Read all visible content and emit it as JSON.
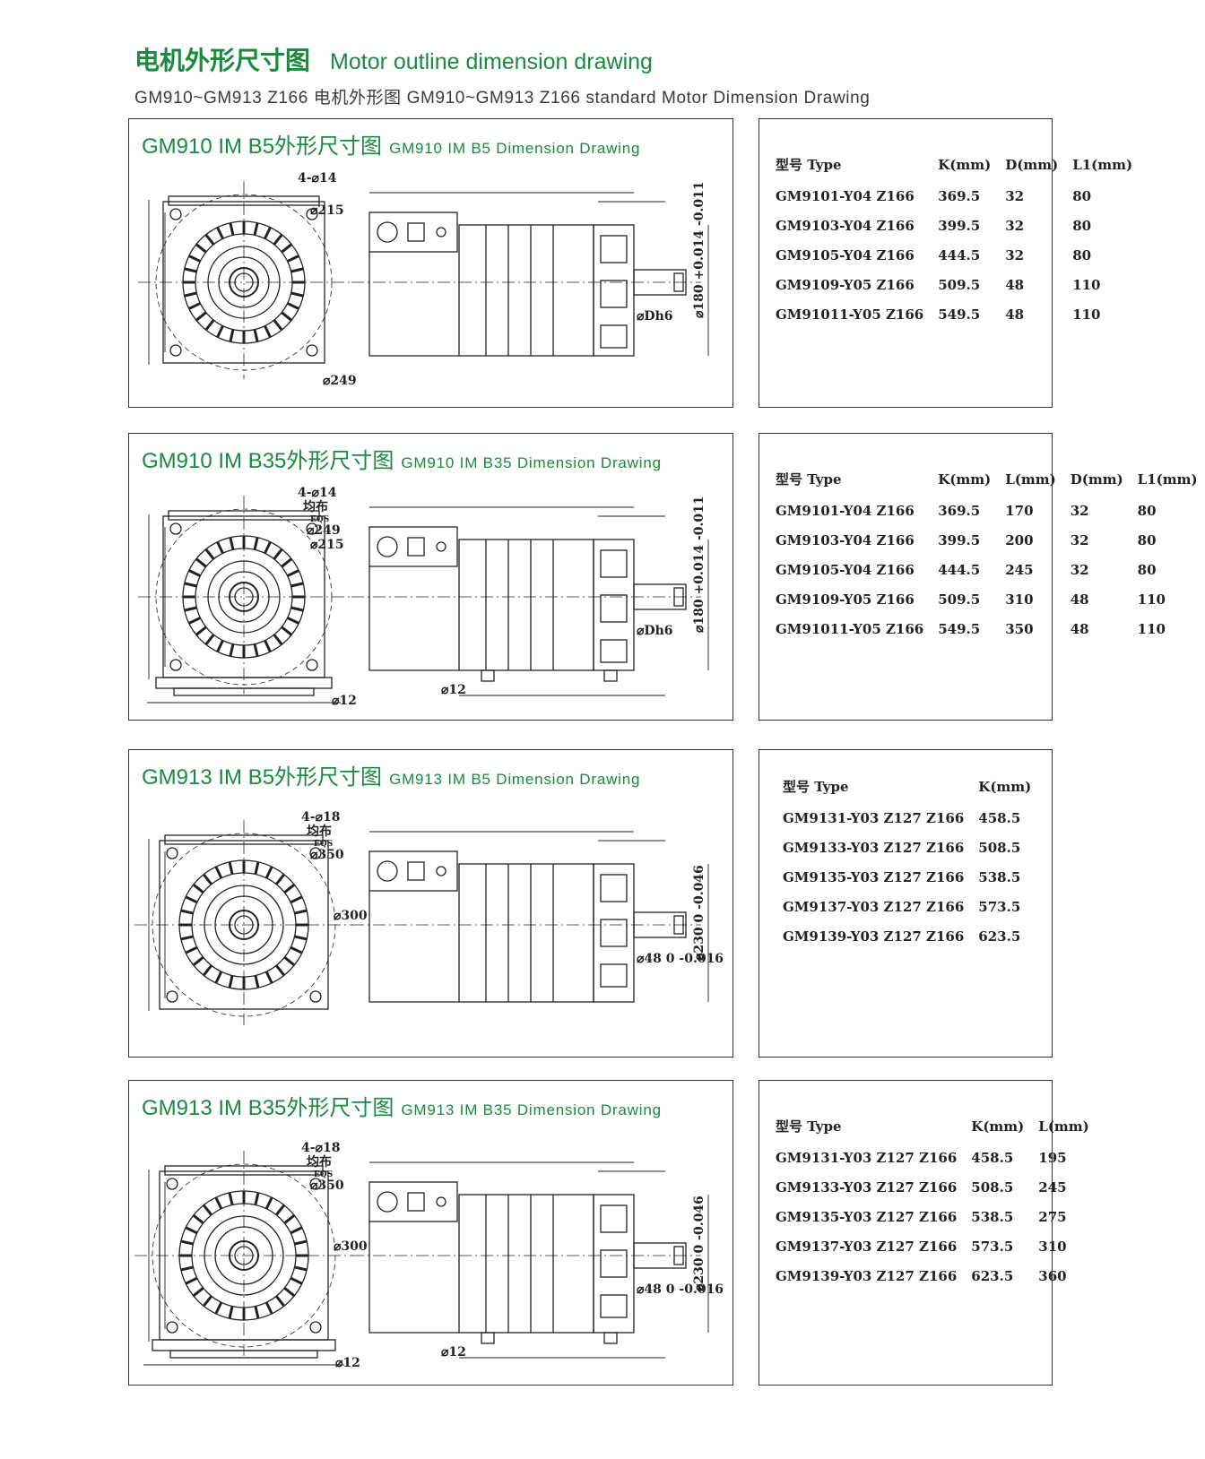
{
  "header": {
    "title_cn": "电机外形尺寸图",
    "title_en": "Motor outline dimension drawing",
    "subtitle": "GM910~GM913 Z166 电机外形图 GM910~GM913 Z166 standard Motor Dimension Drawing"
  },
  "panels": [
    {
      "title_cn": "GM910 IM B5外形尺寸图",
      "title_en": "GM910 IM B5 Dimension Drawing",
      "labels": [
        "4-⌀14",
        "⌀215",
        "⌀249",
        "⌀Dh6",
        "⌀180 +0.014 -0.011"
      ],
      "table": {
        "headers": [
          "型号 Type",
          "K(mm)",
          "D(mm)",
          "L1(mm)"
        ],
        "rows": [
          [
            "GM9101-Y04 Z166",
            "369.5",
            "32",
            "80"
          ],
          [
            "GM9103-Y04 Z166",
            "399.5",
            "32",
            "80"
          ],
          [
            "GM9105-Y04 Z166",
            "444.5",
            "32",
            "80"
          ],
          [
            "GM9109-Y05 Z166",
            "509.5",
            "48",
            "110"
          ],
          [
            "GM91011-Y05 Z166",
            "549.5",
            "48",
            "110"
          ]
        ]
      }
    },
    {
      "title_cn": "GM910 IM B35外形尺寸图",
      "title_en": "GM910 IM B35 Dimension Drawing",
      "labels": [
        "4-⌀14",
        "均布",
        "EQS",
        "⌀249",
        "⌀215",
        "⌀12",
        "⌀12",
        "⌀Dh6",
        "⌀180 +0.014 -0.011"
      ],
      "table": {
        "headers": [
          "型号 Type",
          "K(mm)",
          "L(mm)",
          "D(mm)",
          "L1(mm)"
        ],
        "rows": [
          [
            "GM9101-Y04 Z166",
            "369.5",
            "170",
            "32",
            "80"
          ],
          [
            "GM9103-Y04 Z166",
            "399.5",
            "200",
            "32",
            "80"
          ],
          [
            "GM9105-Y04 Z166",
            "444.5",
            "245",
            "32",
            "80"
          ],
          [
            "GM9109-Y05 Z166",
            "509.5",
            "310",
            "48",
            "110"
          ],
          [
            "GM91011-Y05 Z166",
            "549.5",
            "350",
            "48",
            "110"
          ]
        ]
      }
    },
    {
      "title_cn": "GM913 IM B5外形尺寸图",
      "title_en": "GM913 IM B5 Dimension Drawing",
      "labels": [
        "4-⌀18",
        "均布",
        "EQS",
        "⌀350",
        "⌀300",
        "⌀48 0 -0.016",
        "⌀230 0 -0.046"
      ],
      "table": {
        "headers": [
          "型号 Type",
          "K(mm)"
        ],
        "rows": [
          [
            "GM9131-Y03 Z127 Z166",
            "458.5"
          ],
          [
            "GM9133-Y03 Z127 Z166",
            "508.5"
          ],
          [
            "GM9135-Y03 Z127 Z166",
            "538.5"
          ],
          [
            "GM9137-Y03 Z127 Z166",
            "573.5"
          ],
          [
            "GM9139-Y03 Z127 Z166",
            "623.5"
          ]
        ]
      }
    },
    {
      "title_cn": "GM913 IM B35外形尺寸图",
      "title_en": "GM913 IM B35 Dimension Drawing",
      "labels": [
        "4-⌀18",
        "均布",
        "EQS",
        "⌀350",
        "⌀300",
        "⌀12",
        "⌀12",
        "⌀48 0 -0.016",
        "⌀230 0 -0.046"
      ],
      "table": {
        "headers": [
          "型号 Type",
          "K(mm)",
          "L(mm)"
        ],
        "rows": [
          [
            "GM9131-Y03 Z127 Z166",
            "458.5",
            "195"
          ],
          [
            "GM9133-Y03 Z127 Z166",
            "508.5",
            "245"
          ],
          [
            "GM9135-Y03 Z127 Z166",
            "538.5",
            "275"
          ],
          [
            "GM9137-Y03 Z127 Z166",
            "573.5",
            "310"
          ],
          [
            "GM9139-Y03 Z127 Z166",
            "623.5",
            "360"
          ]
        ]
      }
    }
  ]
}
